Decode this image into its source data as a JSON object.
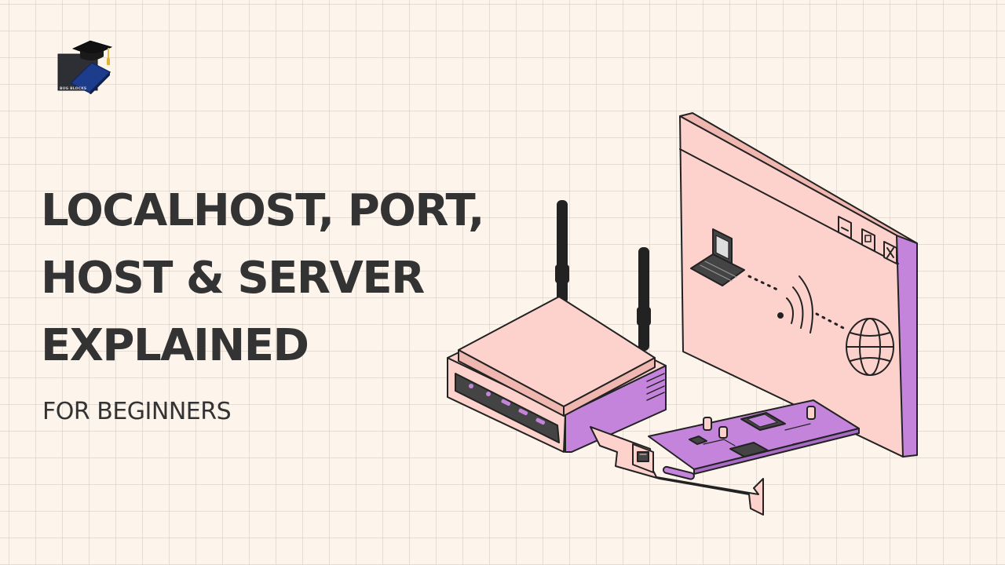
{
  "logo": {
    "icon": "graduation-cap-book-icon",
    "text": "BUG BLOCKS"
  },
  "title": {
    "lines": [
      "LOCALHOST, PORT,",
      "HOST & SERVER",
      "EXPLAINED"
    ]
  },
  "subtitle": "FOR BEGINNERS",
  "illustration": {
    "items": [
      "router-icon",
      "browser-window-icon",
      "network-card-icon",
      "laptop-icon",
      "wifi-icon",
      "globe-icon"
    ]
  },
  "colors": {
    "background": "#fdf4ec",
    "grid": "#e0d2c8",
    "title_text": "#333333",
    "pink": "#fdd2cc",
    "pink_dark": "#f0b6b0",
    "purple": "#c484dc",
    "purple_dark": "#a96cc6",
    "logo_navy": "#1d3c8c",
    "logo_dark": "#2e2e35",
    "logo_gold": "#e2b230"
  }
}
